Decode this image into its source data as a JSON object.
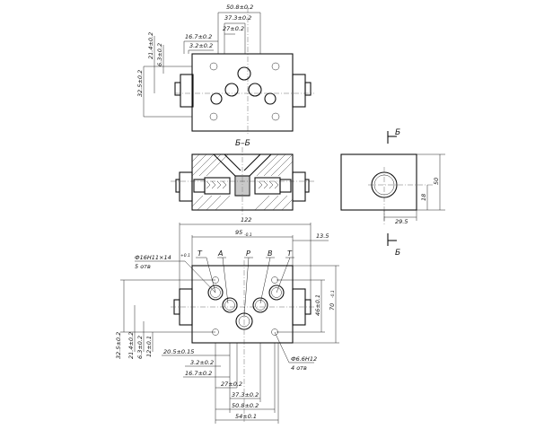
{
  "top_view": {
    "dims_top": [
      "50.8±0.2",
      "37.3±0.2",
      "27±0.2",
      "16.7±0.2",
      "3.2±0.2"
    ],
    "dims_left": [
      "21.4±0.2",
      "6.3±0.2",
      "32.5±0.2"
    ]
  },
  "section": {
    "label": "Б–Б"
  },
  "side_view": {
    "cut_label": "Б",
    "dim_50": "50",
    "dim_18": "18",
    "dim_29": "29.5"
  },
  "bottom_view": {
    "dim_122": "122",
    "dim_95": "95",
    "dim_95_tol": "-0.1",
    "dim_135": "13.5",
    "port_labels": [
      "T",
      "A",
      "P",
      "B",
      "T"
    ],
    "hole_note_1": "Ф16H11×14",
    "hole_note_1_tol": "+0.1",
    "hole_note_1_count": "5 отв",
    "dim_46": "46±0.1",
    "dim_70": "70",
    "dim_70_tol": "-0.1",
    "dim_205": "20.5±0.15",
    "hole_note_2": "Ф6.6H12",
    "hole_note_2_count": "4 отв",
    "dims_left": [
      "32.5±0.2",
      "21.4±0.2",
      "6.3±0.2",
      "12±0.1"
    ],
    "dims_bottom": [
      "3.2±0.2",
      "16.7±0.2",
      "27±0.2",
      "37.3±0.2",
      "50.8±0.2",
      "54±0.1"
    ]
  }
}
